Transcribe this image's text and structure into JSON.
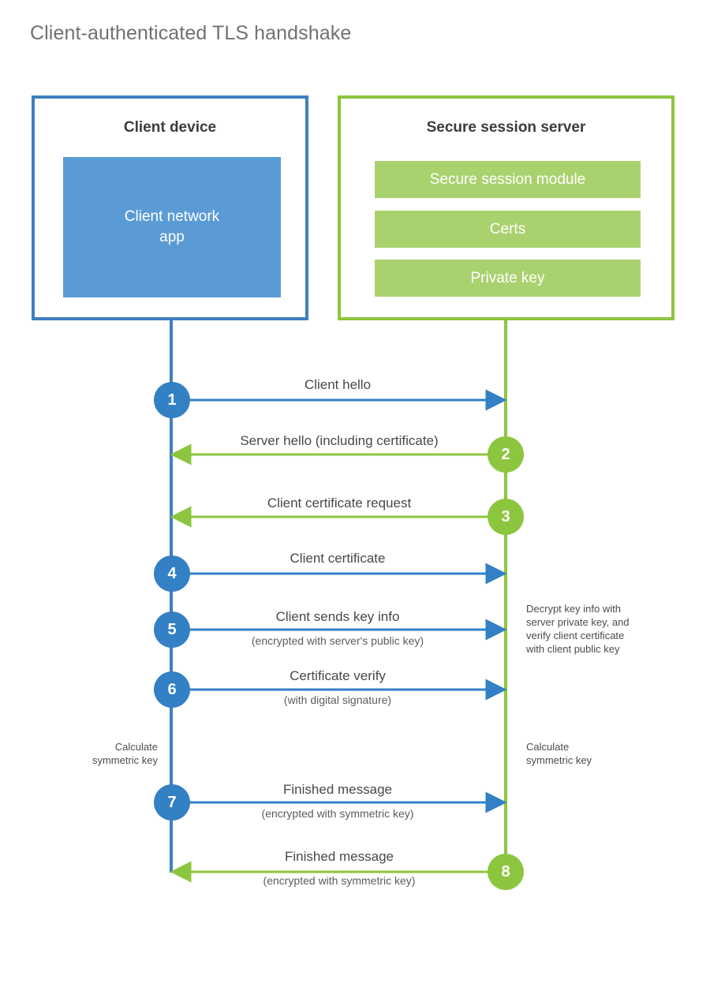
{
  "title": "Client-authenticated TLS handshake",
  "colors": {
    "blue_border": "#3f7fbf",
    "blue_fill": "#5b9bd5",
    "blue_circle": "#3380c4",
    "green_border": "#8cc63e",
    "green_fill": "#a9d26f",
    "green_circle": "#8cc63e",
    "title_text": "#6f7173",
    "body_text": "#4a4c4e",
    "heading_text": "#3a3c3e"
  },
  "participants": [
    {
      "id": "client",
      "title": "Client device",
      "components": [
        {
          "label": "Client network app",
          "line1": "Client network",
          "line2": "app"
        }
      ]
    },
    {
      "id": "server",
      "title": "Secure session server",
      "components": [
        {
          "label": "Secure session module"
        },
        {
          "label": "Certs"
        },
        {
          "label": "Private key"
        }
      ]
    }
  ],
  "steps": [
    {
      "number": "1",
      "label": "Client hello",
      "sublabel": "",
      "direction": "client-to-server",
      "color": "blue"
    },
    {
      "number": "2",
      "label": "Server hello (including certificate)",
      "sublabel": "",
      "direction": "server-to-client",
      "color": "green"
    },
    {
      "number": "3",
      "label": "Client certificate request",
      "sublabel": "",
      "direction": "server-to-client",
      "color": "green"
    },
    {
      "number": "4",
      "label": "Client certificate",
      "sublabel": "",
      "direction": "client-to-server",
      "color": "blue"
    },
    {
      "number": "5",
      "label": "Client sends key info",
      "sublabel": "(encrypted with server's public key)",
      "direction": "client-to-server",
      "color": "blue"
    },
    {
      "number": "6",
      "label": "Certificate verify",
      "sublabel": "(with digital signature)",
      "direction": "client-to-server",
      "color": "blue"
    },
    {
      "number": "7",
      "label": "Finished message",
      "sublabel": "(encrypted with symmetric key)",
      "direction": "client-to-server",
      "color": "blue"
    },
    {
      "number": "8",
      "label": "Finished message",
      "sublabel": "(encrypted with symmetric key)",
      "direction": "server-to-client",
      "color": "green"
    }
  ],
  "notes": {
    "server_decrypt": {
      "line1": "Decrypt key info with",
      "line2": "server private key, and",
      "line3": "verify client certificate",
      "line4": "with client public key"
    },
    "client_calculate": {
      "line1": "Calculate",
      "line2": "symmetric key"
    },
    "server_calculate": {
      "line1": "Calculate",
      "line2": "symmetric key"
    }
  }
}
